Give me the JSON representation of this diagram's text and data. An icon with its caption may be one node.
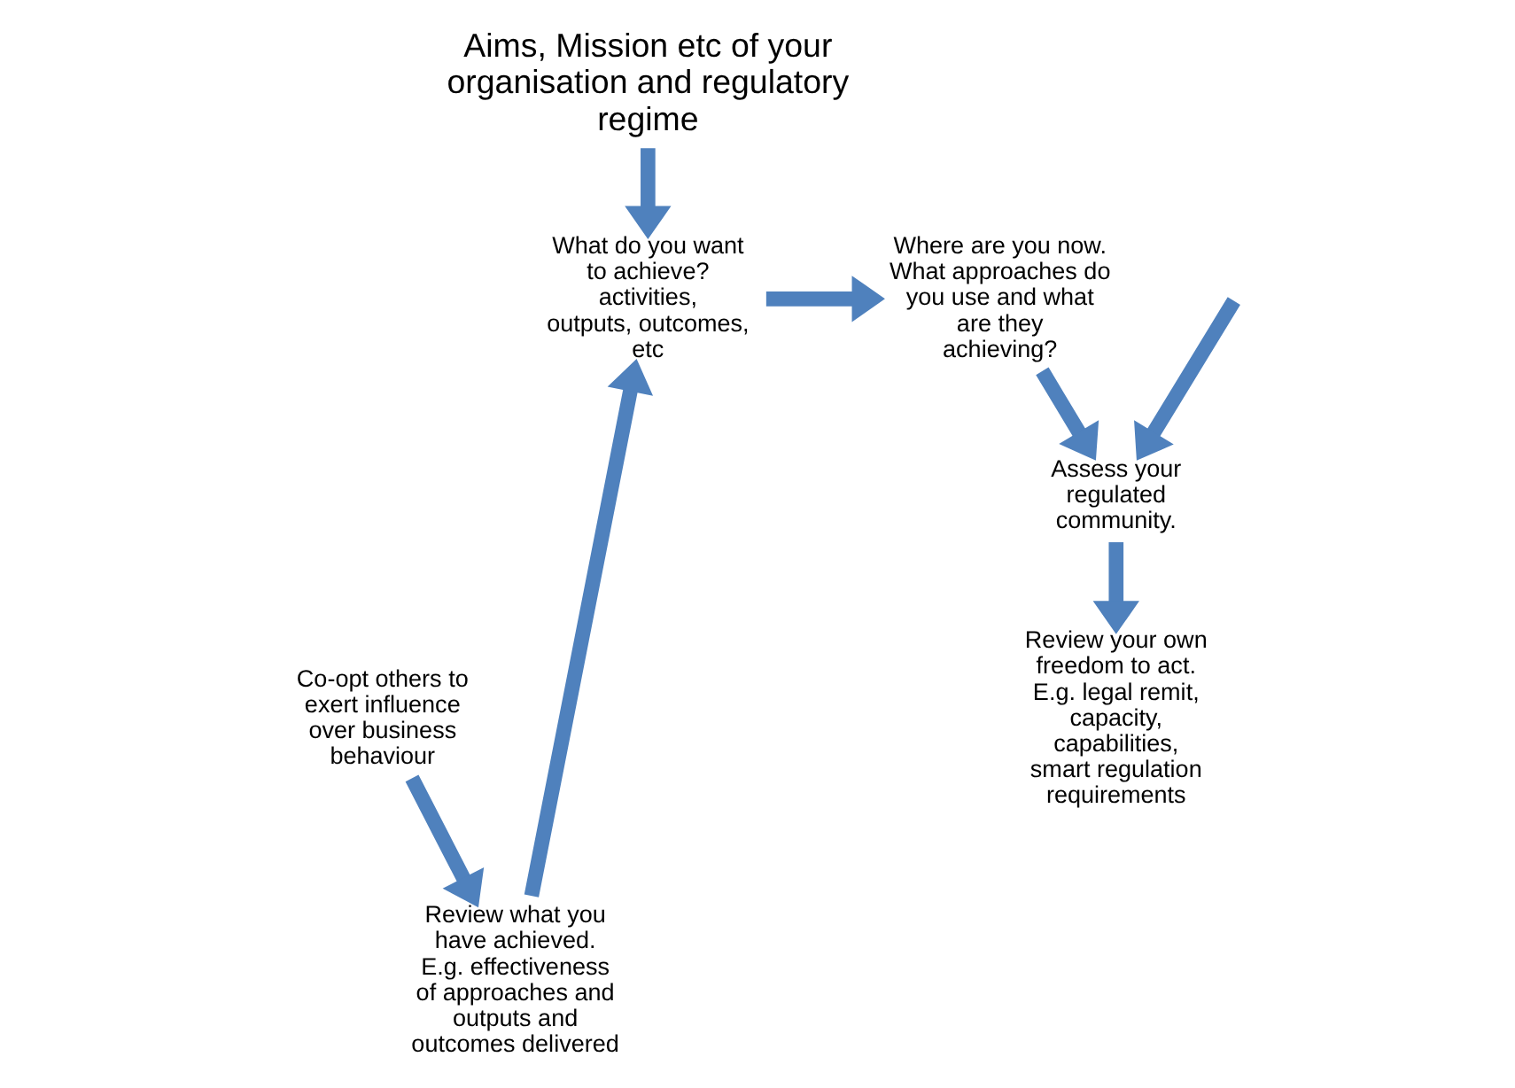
{
  "diagram": {
    "nodes": [
      {
        "text": [
          "What do you want to achieve? activities, outputs, outcomes, etc"
        ]
      },
      {
        "text": [
          "Where are you now. What approaches do you use and what are they achieving?"
        ]
      },
      {
        "text": [
          "Assess your regulated community."
        ]
      },
      {
        "text": [
          "Review your own freedom to act. E.g. legal remit, capacity, capabilities, smart regulation requirements"
        ]
      },
      {
        "text": [
          "Co-opt others to exert influence over business behaviour"
        ]
      },
      {
        "text": [
          "Review what you have achieved. E.g. effectiveness of approaches and outputs and outcomes delivered"
        ]
      },
      {
        "text": [
          "Aims, Mission etc of your organisation and regulatory regime"
        ]
      }
    ],
    "edges": [
      {
        "from": 0,
        "to": 1,
        "arrow": "to"
      },
      {
        "from": 1,
        "to": 2,
        "arrow": "to"
      },
      {
        "from": null,
        "to": 2,
        "arrow": "to"
      },
      {
        "from": 2,
        "to": 3,
        "arrow": "to"
      },
      {
        "from": 4,
        "to": 5,
        "arrow": "to"
      },
      {
        "from": 5,
        "to": 0,
        "arrow": "to"
      },
      {
        "from": 6,
        "to": 0,
        "arrow": "to"
      }
    ]
  }
}
